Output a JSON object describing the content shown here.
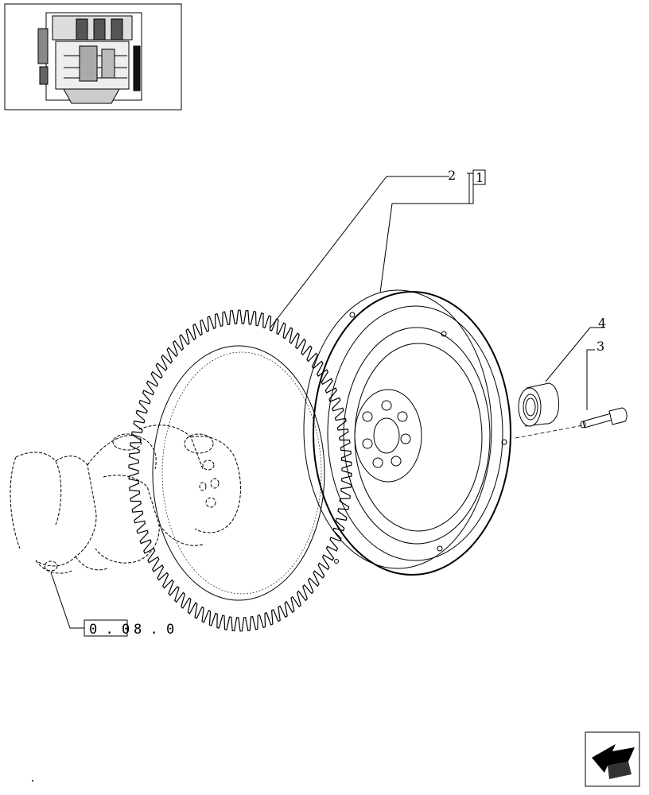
{
  "thumbnail": {
    "icon": "engine-thumbnail-icon"
  },
  "callouts": {
    "item_2": "2",
    "item_1": "1",
    "item_4": "4",
    "item_3": "3"
  },
  "reference": {
    "boxed_part": "0 . 0",
    "tail_part": "8 . 0"
  },
  "nav": {
    "icon": "arrow-back-icon"
  },
  "colors": {
    "ink": "#000000",
    "paper": "#ffffff"
  }
}
